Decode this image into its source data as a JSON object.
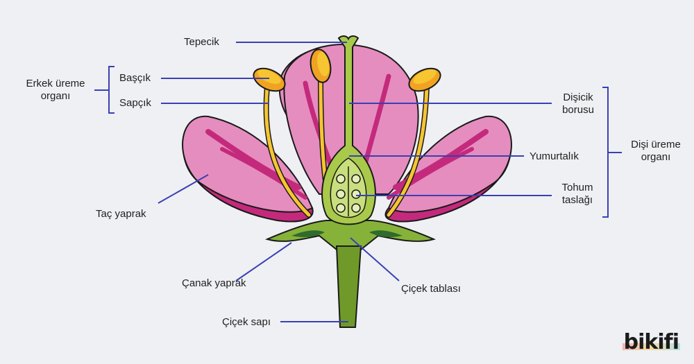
{
  "labels": {
    "tepecik": "Tepecik",
    "bascik": "Başçık",
    "sapcik": "Sapçık",
    "erkek_line1": "Erkek üreme",
    "erkek_line2": "organı",
    "tac_yaprak": "Taç yaprak",
    "canak_yaprak": "Çanak yaprak",
    "cicek_sapi": "Çiçek sapı",
    "disicik_line1": "Dişicik",
    "disicik_line2": "borusu",
    "yumurtalik": "Yumurtalık",
    "tohum_line1": "Tohum",
    "tohum_line2": "taslağı",
    "disi_line1": "Dişi üreme",
    "disi_line2": "organı",
    "cicek_tablasi": "Çiçek tablası"
  },
  "brand": {
    "logo": "bikifi"
  },
  "colors": {
    "background": "#eef0f3",
    "leader_line": "#3a3fb5",
    "petal": "#e58dbf",
    "petal_dark": "#c42a7c",
    "pistil": "#a9c94a",
    "stamen": "#f6c531",
    "anther": "#f0a323",
    "receptacle": "#6f9a2a"
  }
}
